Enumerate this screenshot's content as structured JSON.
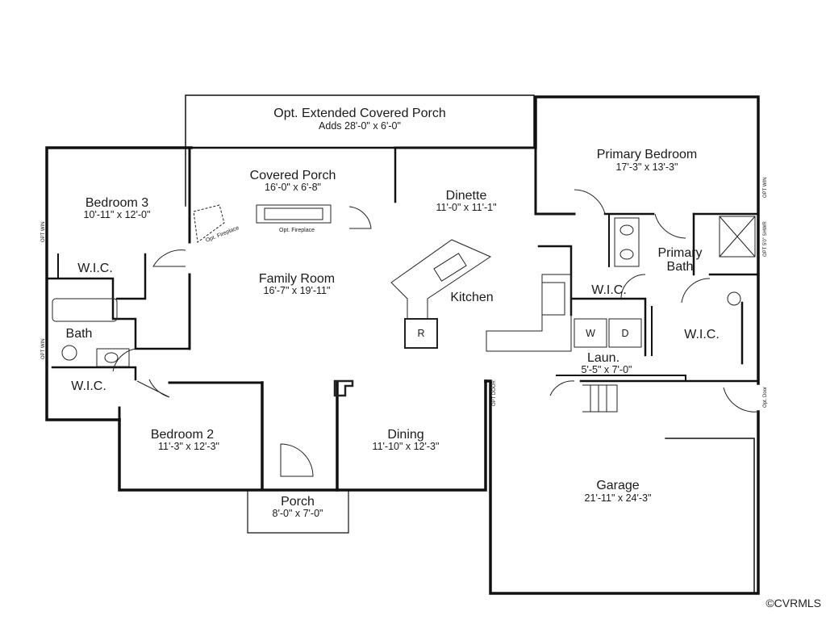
{
  "rooms": {
    "ext_porch": {
      "name": "Opt. Extended Covered Porch",
      "dims": "Adds 28'-0\" x 6'-0\""
    },
    "covered_porch": {
      "name": "Covered Porch",
      "dims": "16'-0\" x 6'-8\""
    },
    "primary_bedroom": {
      "name": "Primary Bedroom",
      "dims": "17'-3\" x 13'-3\""
    },
    "bedroom3": {
      "name": "Bedroom 3",
      "dims": "10'-11\" x 12'-0\""
    },
    "dinette": {
      "name": "Dinette",
      "dims": "11'-0\" x 11'-1\""
    },
    "family_room": {
      "name": "Family Room",
      "dims": "16'-7\" x 19'-11\""
    },
    "kitchen": {
      "name": "Kitchen"
    },
    "primary_bath": {
      "line1": "Primary",
      "line2": "Bath"
    },
    "wic_bed3": {
      "name": "W.I.C."
    },
    "wic_primary1": {
      "name": "W.I.C."
    },
    "wic_primary2": {
      "name": "W.I.C."
    },
    "wic_bed2": {
      "name": "W.I.C."
    },
    "bath": {
      "name": "Bath"
    },
    "laundry": {
      "name": "Laun.",
      "dims": "5'-5\" x 7'-0\""
    },
    "bedroom2": {
      "name": "Bedroom 2",
      "dims": "11'-3\" x 12'-3\""
    },
    "dining": {
      "name": "Dining",
      "dims": "11'-10\" x 12'-3\""
    },
    "garage": {
      "name": "Garage",
      "dims": "21'-11\" x 24'-3\""
    },
    "porch": {
      "name": "Porch",
      "dims": "8'-0\" x 7'-0\""
    }
  },
  "fixtures": {
    "opt_fireplace": "Opt. Fireplace",
    "opt_fireplace_corner": "Opt. Fireplace",
    "fridge": "R",
    "washer": "W",
    "dryer": "D"
  },
  "notes": {
    "opt_door": "Opt. Door",
    "opt_window_bed3": "OPT WIN",
    "opt_window_primary": "OPT WIN",
    "opt_window_bath": "OPT WIN",
    "opt_door_garage": "OPT DOOR",
    "opt_shower": "OPT 5'0\" SHWR"
  },
  "watermark": "©CVRMLS"
}
